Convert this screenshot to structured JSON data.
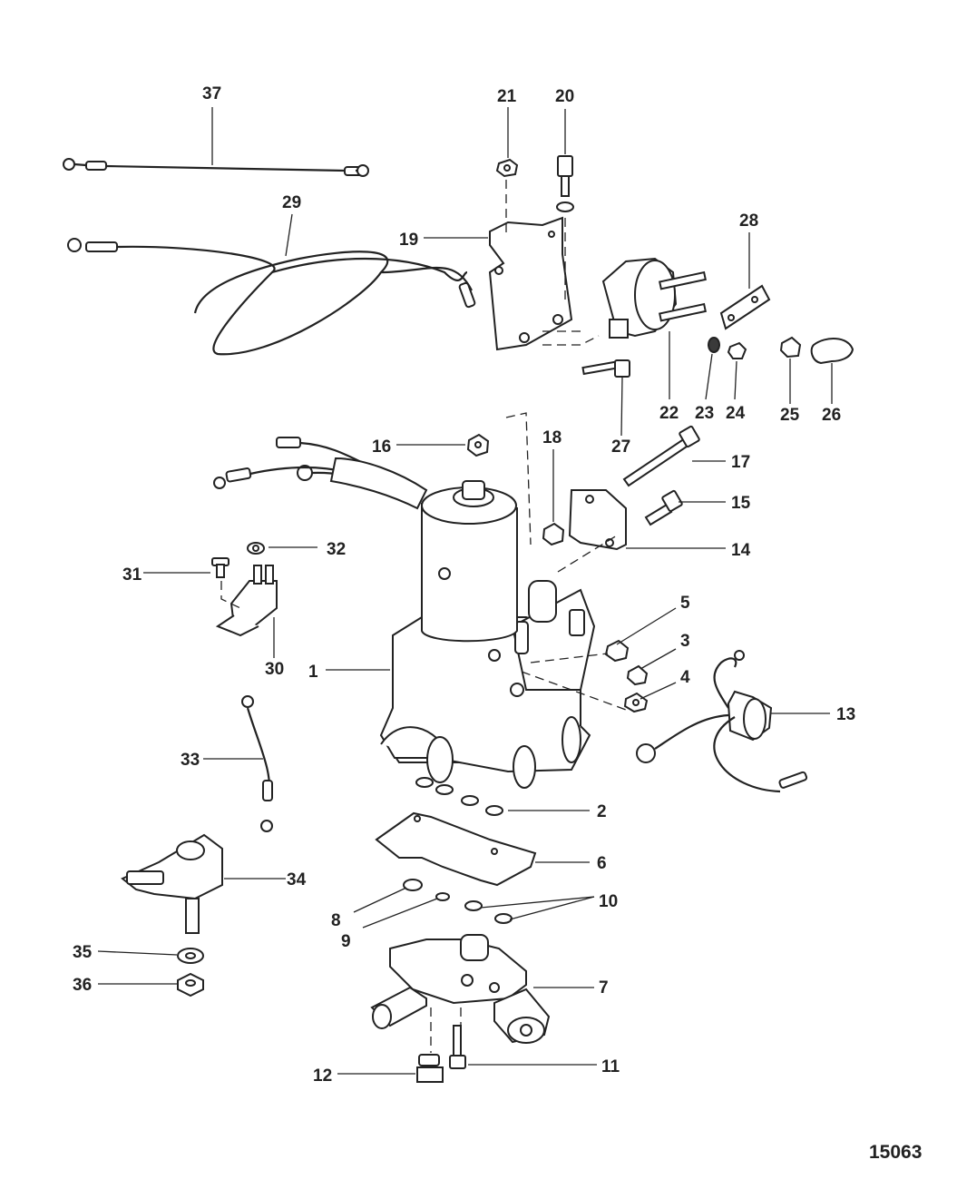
{
  "figure_number": "15063",
  "callouts": [
    {
      "id": "1",
      "label": "1"
    },
    {
      "id": "2",
      "label": "2"
    },
    {
      "id": "3",
      "label": "3"
    },
    {
      "id": "4",
      "label": "4"
    },
    {
      "id": "5",
      "label": "5"
    },
    {
      "id": "6",
      "label": "6"
    },
    {
      "id": "7",
      "label": "7"
    },
    {
      "id": "8",
      "label": "8"
    },
    {
      "id": "9",
      "label": "9"
    },
    {
      "id": "10",
      "label": "10"
    },
    {
      "id": "11",
      "label": "11"
    },
    {
      "id": "12",
      "label": "12"
    },
    {
      "id": "13",
      "label": "13"
    },
    {
      "id": "14",
      "label": "14"
    },
    {
      "id": "15",
      "label": "15"
    },
    {
      "id": "16",
      "label": "16"
    },
    {
      "id": "17",
      "label": "17"
    },
    {
      "id": "18",
      "label": "18"
    },
    {
      "id": "19",
      "label": "19"
    },
    {
      "id": "20",
      "label": "20"
    },
    {
      "id": "21",
      "label": "21"
    },
    {
      "id": "22",
      "label": "22"
    },
    {
      "id": "23",
      "label": "23"
    },
    {
      "id": "24",
      "label": "24"
    },
    {
      "id": "25",
      "label": "25"
    },
    {
      "id": "26",
      "label": "26"
    },
    {
      "id": "27",
      "label": "27"
    },
    {
      "id": "28",
      "label": "28"
    },
    {
      "id": "29",
      "label": "29"
    },
    {
      "id": "30",
      "label": "30"
    },
    {
      "id": "31",
      "label": "31"
    },
    {
      "id": "32",
      "label": "32"
    },
    {
      "id": "33",
      "label": "33"
    },
    {
      "id": "34",
      "label": "34"
    },
    {
      "id": "35",
      "label": "35"
    },
    {
      "id": "36",
      "label": "36"
    },
    {
      "id": "37",
      "label": "37"
    }
  ]
}
